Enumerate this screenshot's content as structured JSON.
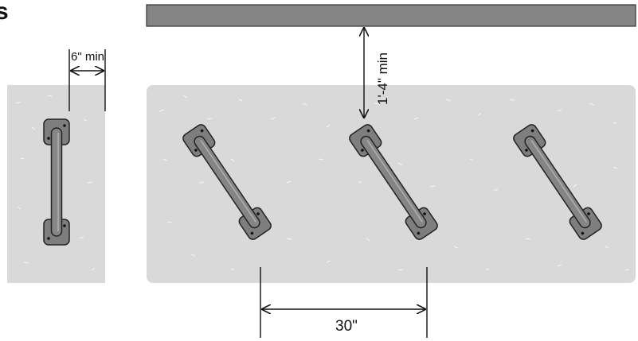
{
  "header": {
    "partial_letter": "s"
  },
  "dimensions": {
    "side_clearance": "6\" min",
    "overhead_clearance": "1'-4\" min",
    "rack_spacing": "30\""
  },
  "colors": {
    "concrete": "#d9d9d9",
    "rack": "#808080",
    "overhead_bar": "#858585",
    "outline": "#222222"
  },
  "rack_count": {
    "side_view": 1,
    "angled_view": 3
  }
}
